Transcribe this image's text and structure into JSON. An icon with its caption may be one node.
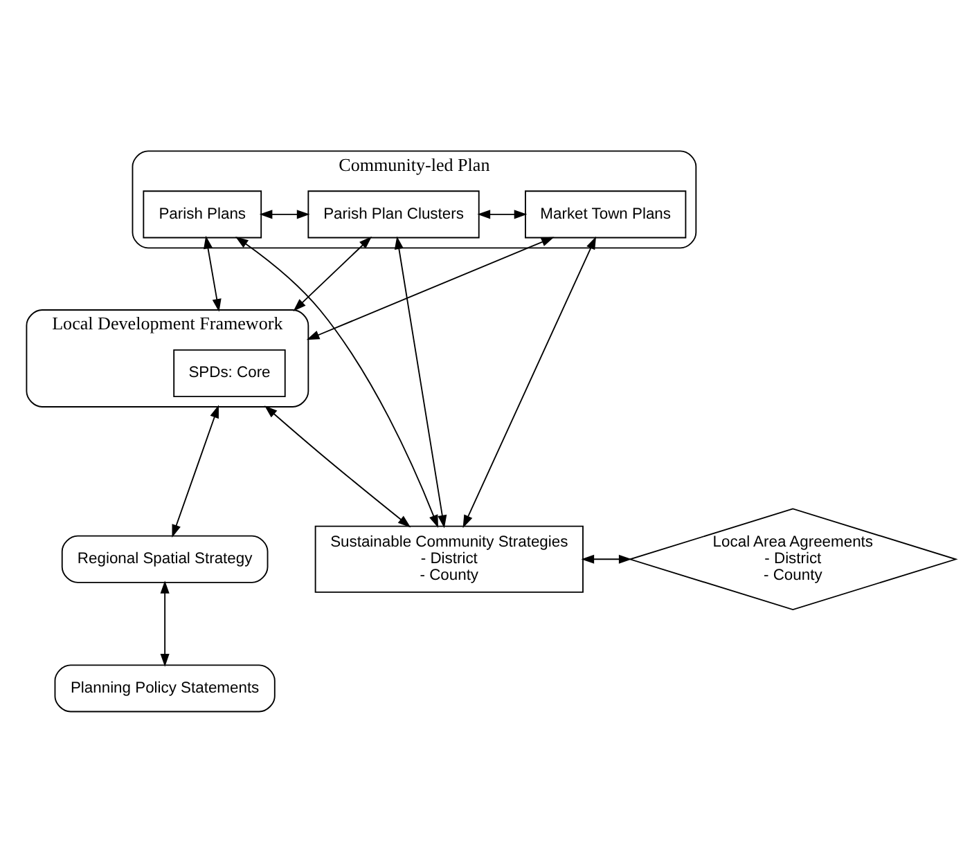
{
  "diagram": {
    "nodes": [
      {
        "text": [
          "Community-led Plan"
        ]
      },
      {
        "text": [
          "Parish Plans"
        ],
        "in": 0
      },
      {
        "text": [
          "Parish Plan Clusters"
        ],
        "in": 0
      },
      {
        "text": [
          "Market Town Plans"
        ],
        "in": 0
      },
      {
        "text": [
          "Local Development Framework"
        ]
      },
      {
        "text": [
          "SPDs: Core"
        ],
        "in": 4
      },
      {
        "text": [
          "Sustainable Community Strategies",
          "- District",
          "- County"
        ]
      },
      {
        "text": [
          "Local Area Agreements",
          "- District",
          "- County"
        ]
      },
      {
        "text": [
          "Regional Spatial Strategy"
        ]
      },
      {
        "text": [
          "Planning Policy Statements"
        ]
      }
    ],
    "edges": [
      {
        "from": 1,
        "to": 2,
        "arrow": "both"
      },
      {
        "from": 2,
        "to": 3,
        "arrow": "both"
      },
      {
        "from": 1,
        "to": 4,
        "arrow": "both"
      },
      {
        "from": 2,
        "to": 4,
        "arrow": "both"
      },
      {
        "from": 3,
        "to": 4,
        "arrow": "both"
      },
      {
        "from": 1,
        "to": 6,
        "arrow": "both"
      },
      {
        "from": 2,
        "to": 6,
        "arrow": "both"
      },
      {
        "from": 3,
        "to": 6,
        "arrow": "both"
      },
      {
        "from": 4,
        "to": 6,
        "arrow": "both"
      },
      {
        "from": 6,
        "to": 7,
        "arrow": "both"
      },
      {
        "from": 4,
        "to": 8,
        "arrow": "both"
      },
      {
        "from": 8,
        "to": 9,
        "arrow": "both"
      }
    ]
  }
}
